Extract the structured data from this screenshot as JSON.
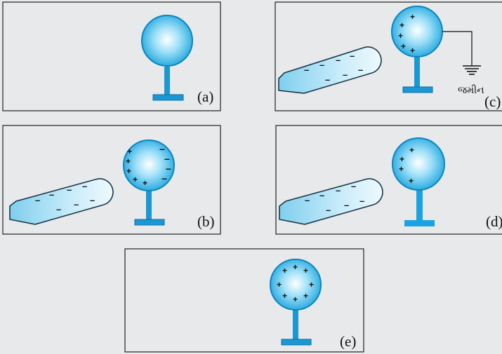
{
  "panels": [
    {
      "id": "a",
      "label": "(a)"
    },
    {
      "id": "b",
      "label": "(b)"
    },
    {
      "id": "c",
      "label": "(c)",
      "ground_label": "જમીન"
    },
    {
      "id": "d",
      "label": "(d)"
    },
    {
      "id": "e",
      "label": "(e)"
    }
  ],
  "symbols": {
    "plus": "+",
    "minus": "–"
  },
  "colors": {
    "sphere_edge": "#0b85c0",
    "sphere_light": "#ffffff",
    "sphere_mid": "#7ed4f5",
    "sphere_dark": "#20a8e0",
    "stand": "#1a98d5",
    "rod_light": "#e6f6fd",
    "rod_dark": "#7fcfee",
    "panel_bg": "#e8e9ea",
    "border": "#222222"
  }
}
